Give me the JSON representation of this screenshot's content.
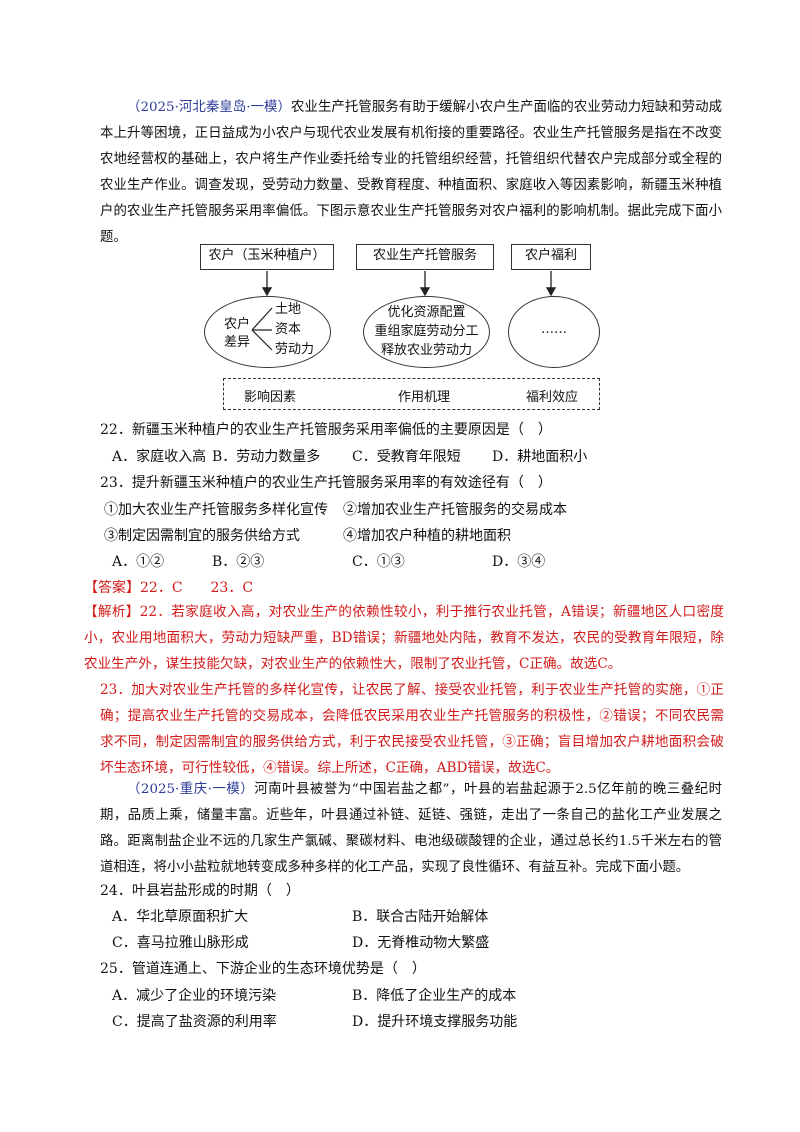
{
  "passage1": {
    "source": "（2025·河北秦皇岛·一模）",
    "text": "农业生产托管服务有助于缓解小农户生产面临的农业劳动力短缺和劳动成本上升等困境，正日益成为小农户与现代农业发展有机衔接的重要路径。农业生产托管服务是指在不改变农地经营权的基础上，农户将生产作业委托给专业的托管组织经营，托管组织代替农户完成部分或全程的农业生产作业。调查发现，受劳动力数量、受教育程度、种植面积、家庭收入等因素影响，新疆玉米种植户的农业生产托管服务采用率偏低。下图示意农业生产托管服务对农户福利的影响机制。据此完成下面小题。"
  },
  "diagram": {
    "box1": "农户（玉米种植户）",
    "box2": "农业生产托管服务",
    "box3": "农户福利",
    "e1_label_line1": "农户",
    "e1_label_line2": "差异",
    "e1_items": [
      "土地",
      "资本",
      "劳动力"
    ],
    "e2_items": [
      "优化资源配置",
      "重组家庭劳动分工",
      "释放农业劳动力"
    ],
    "e3_text": "……",
    "labels": [
      "影响因素",
      "作用机理",
      "福利效应"
    ]
  },
  "q22": {
    "stem": "22．新疆玉米种植户的农业生产托管服务采用率偏低的主要原因是（　）",
    "options": [
      "A．家庭收入高",
      "B．劳动力数量多",
      "C．受教育年限短",
      "D．耕地面积小"
    ]
  },
  "q23": {
    "stem": "23．提升新疆玉米种植户的农业生产托管服务采用率的有效途径有（　）",
    "items": [
      "①加大农业生产托管服务多样化宣传",
      "②增加农业生产托管服务的交易成本",
      "③制定因需制宜的服务供给方式",
      "④增加农户种植的耕地面积"
    ],
    "options": [
      "A．①②",
      "B．②③",
      "C．①③",
      "D．③④"
    ]
  },
  "answer1": {
    "label": "【答案】",
    "text": "22．C　　23．C"
  },
  "analysis1": {
    "label": "【解析】",
    "p22": "22．若家庭收入高，对农业生产的依赖性较小，利于推行农业托管，A错误；新疆地区人口密度小，农业用地面积大，劳动力短缺严重，BD错误；新疆地处内陆，教育不发达，农民的受教育年限短，除农业生产外，谋生技能欠缺，对农业生产的依赖性大，限制了农业托管，C正确。故选C。",
    "p23": "23．加大对农业生产托管的多样化宣传，让农民了解、接受农业托管，利于农业生产托管的实施，①正确；提高农业生产托管的交易成本，会降低农民采用农业生产托管服务的积极性，②错误；不同农民需求不同，制定因需制宜的服务供给方式，利于农民接受农业托管，③正确；盲目增加农户耕地面积会破坏生态环境，可行性较低，④错误。综上所述，C正确，ABD错误，故选C。"
  },
  "passage2": {
    "source": "（2025·重庆·一模）",
    "text": "河南叶县被誉为“中国岩盐之都”，叶县的岩盐起源于2.5亿年前的晚三叠纪时期，品质上乘，储量丰富。近些年，叶县通过补链、延链、强链，走出了一条自己的盐化工产业发展之路。距离制盐企业不远的几家生产氯碱、聚碳材料、电池级碳酸锂的企业，通过总长约1.5千米左右的管道相连，将小小盐粒就地转变成多种多样的化工产品，实现了良性循环、有益互补。完成下面小题。"
  },
  "q24": {
    "stem": "24．叶县岩盐形成的时期（　）",
    "options": [
      "A．华北草原面积扩大",
      "B．联合古陆开始解体",
      "C．喜马拉雅山脉形成",
      "D．无脊椎动物大繁盛"
    ]
  },
  "q25": {
    "stem": "25．管道连通上、下游企业的生态环境优势是（　）",
    "options": [
      "A．减少了企业的环境污染",
      "B．降低了企业生产的成本",
      "C．提高了盐资源的利用率",
      "D．提升环境支撑服务功能"
    ]
  }
}
